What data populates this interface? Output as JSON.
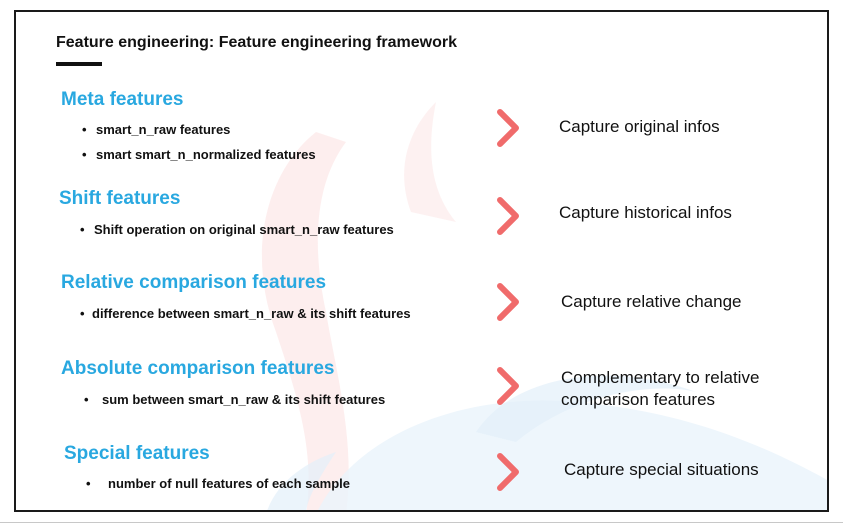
{
  "page": {
    "title": "Feature engineering: Feature engineering framework"
  },
  "colors": {
    "heading_blue": "#29a8e0",
    "chevron_red": "#f06b6b",
    "text_dark": "#111111"
  },
  "sections": [
    {
      "heading": "Meta features",
      "bullets": [
        "smart_n_raw features",
        "smart smart_n_normalized features"
      ],
      "outcome": "Capture original infos"
    },
    {
      "heading": "Shift features",
      "bullets": [
        "Shift operation on original smart_n_raw features"
      ],
      "outcome": "Capture historical infos"
    },
    {
      "heading": "Relative comparison features",
      "bullets": [
        "difference between smart_n_raw &  its shift features"
      ],
      "outcome": "Capture relative change"
    },
    {
      "heading": "Absolute comparison features",
      "bullets": [
        "sum between smart_n_raw & its shift features"
      ],
      "outcome": "Complementary to relative comparison features"
    },
    {
      "heading": "Special features",
      "bullets": [
        "number of null features of each sample"
      ],
      "outcome": "Capture  special situations"
    }
  ],
  "icons": {
    "section_arrow": "chevron-right-icon",
    "background": "whale-watermark"
  }
}
